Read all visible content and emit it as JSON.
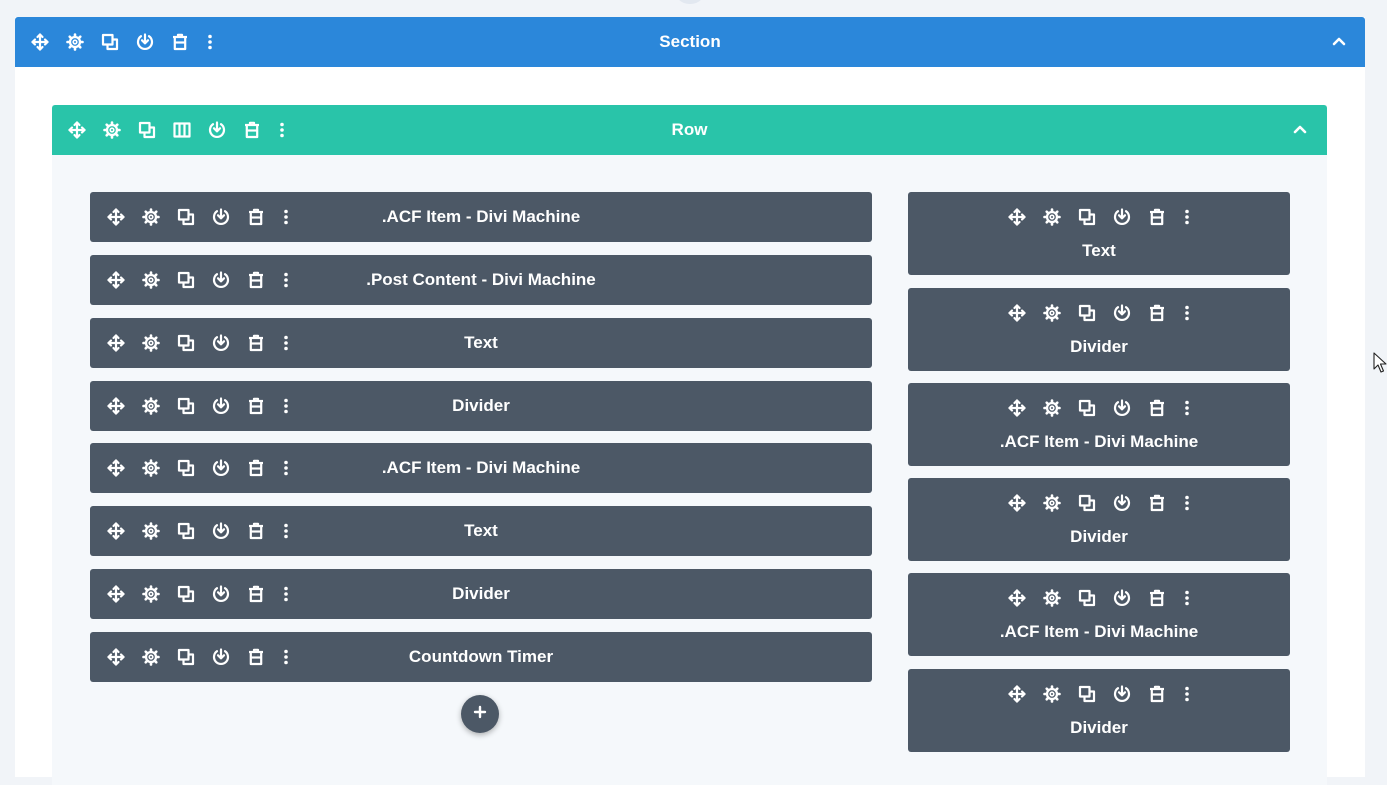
{
  "section": {
    "title": "Section",
    "color": "#2b87da",
    "tools": [
      "move-icon",
      "gear-icon",
      "duplicate-icon",
      "save-icon",
      "trash-icon",
      "more-icon"
    ]
  },
  "row": {
    "title": "Row",
    "color": "#29c4a9",
    "tools": [
      "move-icon",
      "gear-icon",
      "duplicate-icon",
      "columns-icon",
      "save-icon",
      "trash-icon",
      "more-icon"
    ]
  },
  "module_color": "#4c5866",
  "module_tools": [
    "move-icon",
    "gear-icon",
    "duplicate-icon",
    "save-icon",
    "trash-icon",
    "more-icon"
  ],
  "left_column": {
    "modules": [
      {
        "title": ".ACF Item - Divi Machine"
      },
      {
        "title": ".Post Content - Divi Machine"
      },
      {
        "title": "Text"
      },
      {
        "title": "Divider"
      },
      {
        "title": ".ACF Item - Divi Machine"
      },
      {
        "title": "Text"
      },
      {
        "title": "Divider"
      },
      {
        "title": "Countdown Timer"
      }
    ],
    "add_module_icon": "plus-icon"
  },
  "right_column": {
    "modules": [
      {
        "title": "Text"
      },
      {
        "title": "Divider"
      },
      {
        "title": ".ACF Item - Divi Machine"
      },
      {
        "title": "Divider"
      },
      {
        "title": ".ACF Item - Divi Machine"
      },
      {
        "title": "Divider"
      }
    ]
  }
}
